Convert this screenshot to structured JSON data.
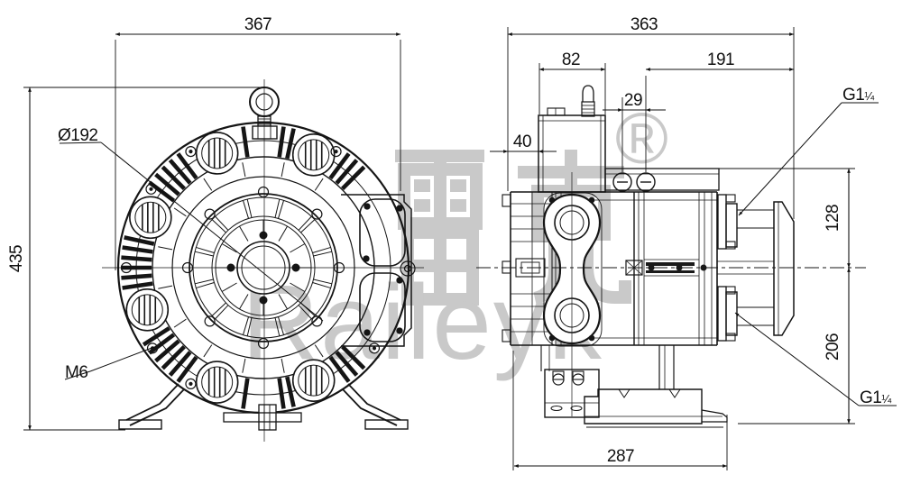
{
  "watermark": {
    "cjk": "雷克",
    "registered": "®",
    "brand": "Raileyk"
  },
  "front_view": {
    "dim_overall_width": "367",
    "dim_overall_height": "435",
    "label_flange_diameter": "Ø192",
    "label_mounting_thread": "M6"
  },
  "side_view": {
    "dim_overall_depth": "363",
    "dim_terminal_box_width": "82",
    "dim_motor_length": "191",
    "dim_screw_spacing": "29",
    "dim_front_flange_depth": "40",
    "dim_center_to_silencer_top": "128",
    "dim_center_height": "206",
    "dim_base_length": "287",
    "port_top_thread": "G1",
    "port_top_thread_fraction": "¼",
    "port_bottom_thread": "G1",
    "port_bottom_thread_fraction": "¼"
  }
}
